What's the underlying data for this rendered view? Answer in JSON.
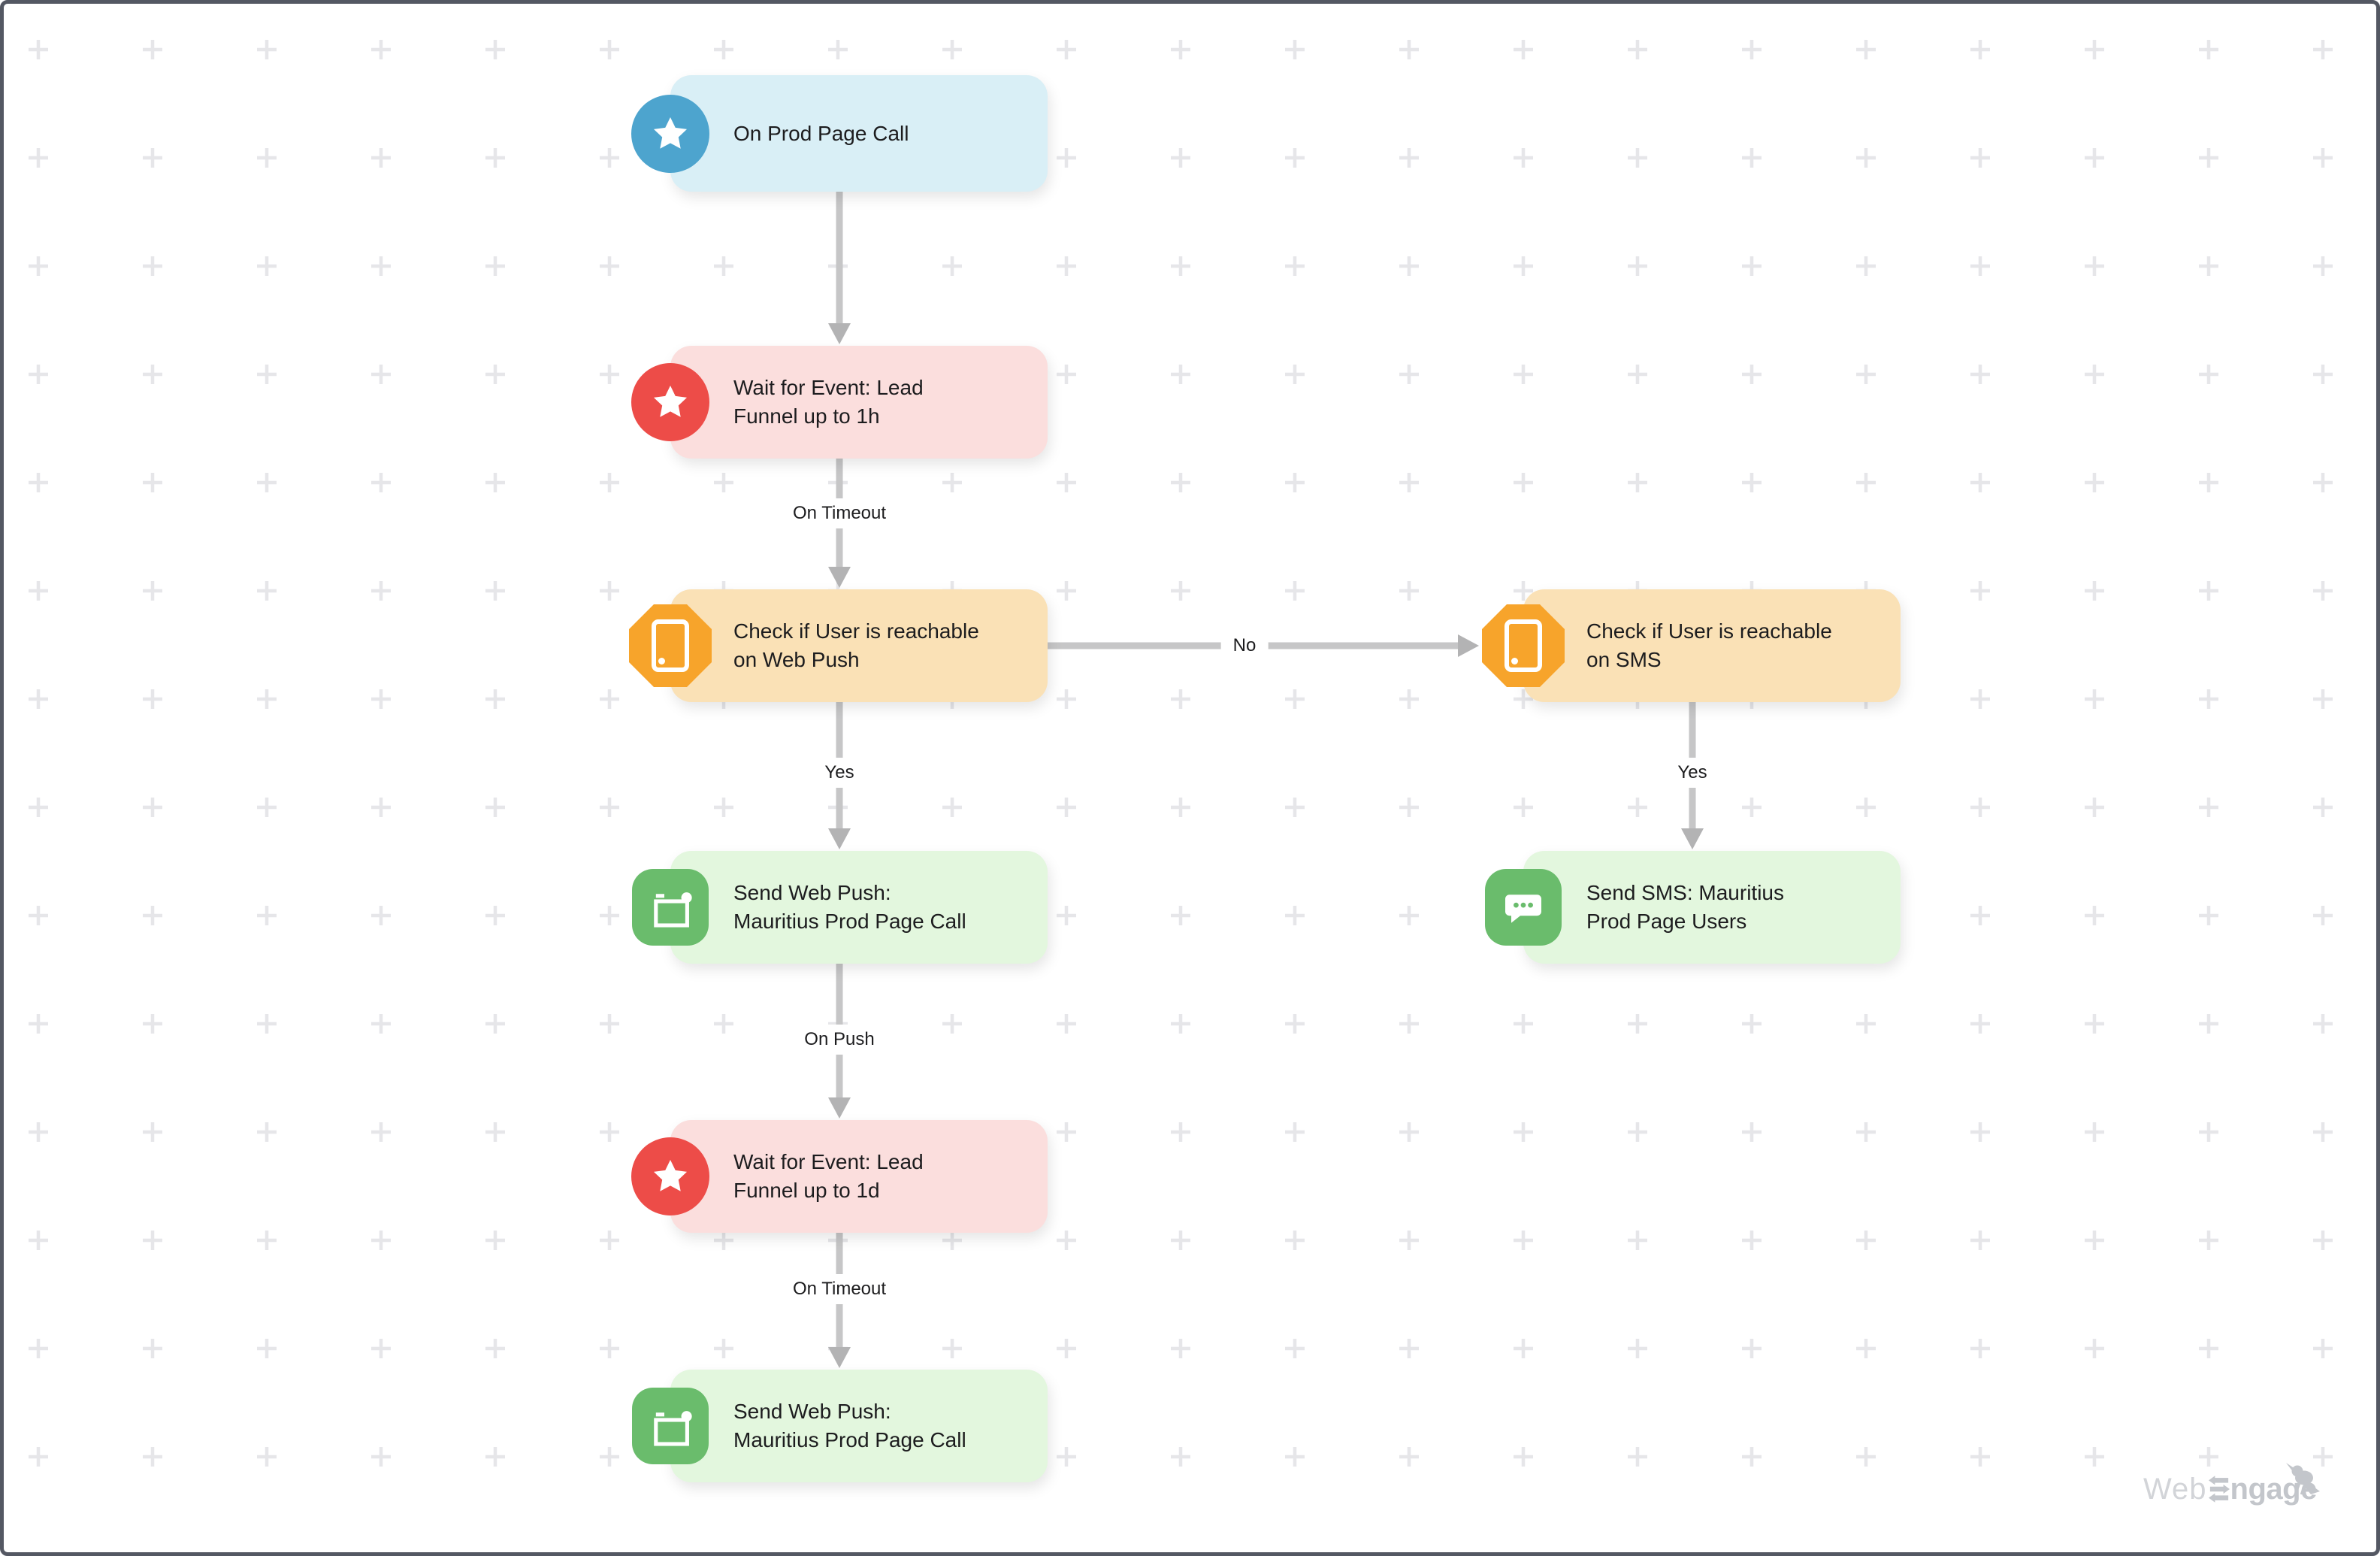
{
  "palette": {
    "canvas_bg": "#ffffff",
    "frame_border": "#545863",
    "grid_plus": "#e6e6e9",
    "edge_line": "#c6c6c7",
    "edge_arrow": "#b3b3b4",
    "node_text": "#1c1c1e",
    "edge_label_text": "#1c1c1e",
    "trigger_bg": "#d9eff6",
    "trigger_icon_bg": "#4da4ce",
    "wait_bg": "#fbdedd",
    "wait_icon_bg": "#ed4c48",
    "condition_bg": "#fae1b6",
    "condition_icon_bg": "#f7a42b",
    "action_bg": "#e3f7de",
    "action_icon_bg": "#6abc6c",
    "icon_glyph": "#ffffff",
    "logo_light": "#d2d4d8",
    "logo_bold": "#c3c6cb"
  },
  "nodes": [
    {
      "id": "on-prod-page-call",
      "type": "trigger",
      "icon": "star-icon",
      "lines": [
        "On Prod Page Call"
      ]
    },
    {
      "id": "wait-lead-funnel-1h",
      "type": "wait",
      "icon": "star-icon",
      "lines": [
        "Wait for Event: Lead",
        "Funnel up to 1h"
      ]
    },
    {
      "id": "check-web-push",
      "type": "condition",
      "icon": "mobile-icon",
      "lines": [
        "Check if User is reachable",
        "on Web Push"
      ]
    },
    {
      "id": "check-sms",
      "type": "condition",
      "icon": "mobile-icon",
      "lines": [
        "Check if User is reachable",
        "on SMS"
      ]
    },
    {
      "id": "send-web-push-1",
      "type": "action",
      "icon": "web-push-icon",
      "lines": [
        "Send Web Push:",
        "Mauritius Prod Page Call"
      ]
    },
    {
      "id": "send-sms",
      "type": "action",
      "icon": "sms-icon",
      "lines": [
        "Send SMS: Mauritius",
        "Prod Page Users"
      ]
    },
    {
      "id": "wait-lead-funnel-1d",
      "type": "wait",
      "icon": "star-icon",
      "lines": [
        "Wait for Event: Lead",
        "Funnel up to 1d"
      ]
    },
    {
      "id": "send-web-push-2",
      "type": "action",
      "icon": "web-push-icon",
      "lines": [
        "Send Web Push:",
        "Mauritius Prod Page Call"
      ]
    }
  ],
  "edges": [
    {
      "from": "on-prod-page-call",
      "to": "wait-lead-funnel-1h",
      "label": ""
    },
    {
      "from": "wait-lead-funnel-1h",
      "to": "check-web-push",
      "label": "On Timeout"
    },
    {
      "from": "check-web-push",
      "to": "check-sms",
      "label": "No"
    },
    {
      "from": "check-web-push",
      "to": "send-web-push-1",
      "label": "Yes"
    },
    {
      "from": "check-sms",
      "to": "send-sms",
      "label": "Yes"
    },
    {
      "from": "send-web-push-1",
      "to": "wait-lead-funnel-1d",
      "label": "On Push"
    },
    {
      "from": "wait-lead-funnel-1d",
      "to": "send-web-push-2",
      "label": "On Timeout"
    }
  ],
  "watermark": {
    "prefix": "Web",
    "suffix": "ngage",
    "full_text": "WebEngage"
  }
}
